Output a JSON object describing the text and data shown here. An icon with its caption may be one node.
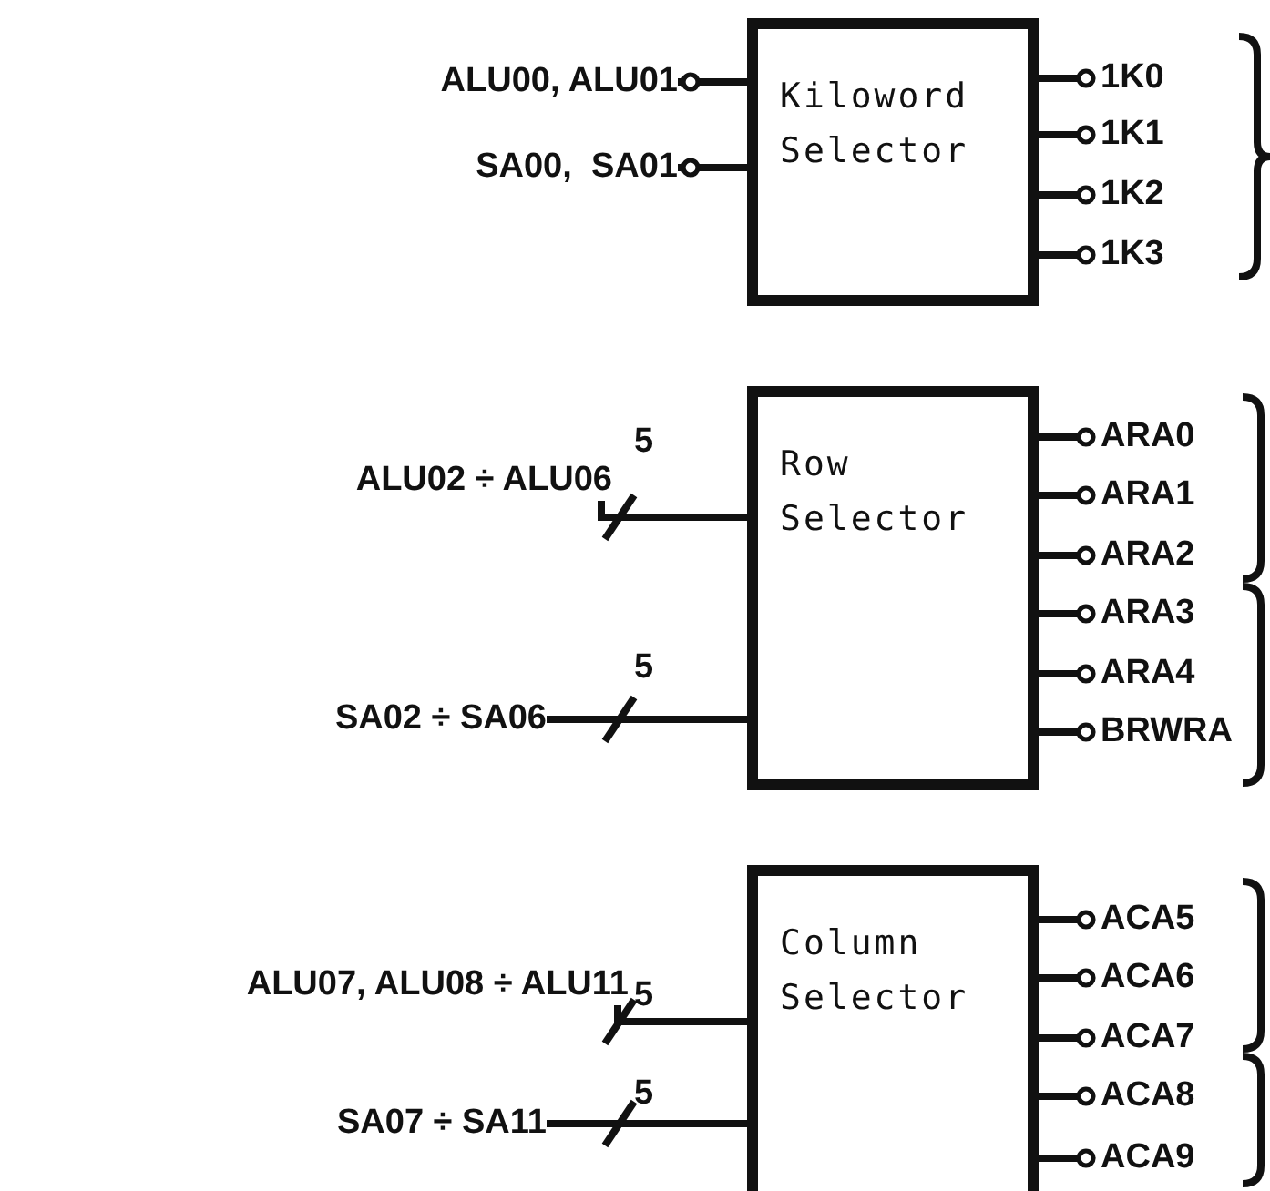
{
  "diagram": {
    "nodes": [
      {
        "text": [
          "Kiloword Selector"
        ]
      },
      {
        "text": [
          "ALU00, ALU01"
        ]
      },
      {
        "text": [
          "SA00,  SA01"
        ]
      },
      {
        "text": [
          "1K0"
        ]
      },
      {
        "text": [
          "1K1"
        ]
      },
      {
        "text": [
          "1K2"
        ]
      },
      {
        "text": [
          "1K3"
        ]
      },
      {
        "text": [
          "Row Selector"
        ]
      },
      {
        "text": [
          "ALU02 ÷ ALU06"
        ]
      },
      {
        "text": [
          "SA02 ÷ SA06"
        ]
      },
      {
        "text": [
          "ARA0"
        ]
      },
      {
        "text": [
          "ARA1"
        ]
      },
      {
        "text": [
          "ARA2"
        ]
      },
      {
        "text": [
          "ARA3"
        ]
      },
      {
        "text": [
          "ARA4"
        ]
      },
      {
        "text": [
          "BRWRA"
        ]
      },
      {
        "text": [
          "Column Selector"
        ]
      },
      {
        "text": [
          "ALU07, ALU08 ÷ ALU11"
        ]
      },
      {
        "text": [
          "SA07 ÷ SA11"
        ]
      },
      {
        "text": [
          "ACA5"
        ]
      },
      {
        "text": [
          "ACA6"
        ]
      },
      {
        "text": [
          "ACA7"
        ]
      },
      {
        "text": [
          "ACA8"
        ]
      },
      {
        "text": [
          "ACA9"
        ]
      }
    ],
    "edges": [
      {
        "from": 1,
        "to": 0,
        "arrow": "other"
      },
      {
        "from": 2,
        "to": 0,
        "arrow": "other"
      },
      {
        "from": 0,
        "to": 3,
        "arrow": "other"
      },
      {
        "from": 0,
        "to": 4,
        "arrow": "other"
      },
      {
        "from": 0,
        "to": 5,
        "arrow": "other"
      },
      {
        "from": 0,
        "to": 6,
        "arrow": "other"
      },
      {
        "from": 8,
        "to": 7,
        "arrow": "none",
        "label": "5"
      },
      {
        "from": 9,
        "to": 7,
        "arrow": "none",
        "label": "5"
      },
      {
        "from": 7,
        "to": 10,
        "arrow": "other"
      },
      {
        "from": 7,
        "to": 11,
        "arrow": "other"
      },
      {
        "from": 7,
        "to": 12,
        "arrow": "other"
      },
      {
        "from": 7,
        "to": 13,
        "arrow": "other"
      },
      {
        "from": 7,
        "to": 14,
        "arrow": "other"
      },
      {
        "from": 7,
        "to": 15,
        "arrow": "other"
      },
      {
        "from": 17,
        "to": 16,
        "arrow": "none",
        "label": "5"
      },
      {
        "from": 18,
        "to": 16,
        "arrow": "none",
        "label": "5"
      },
      {
        "from": 16,
        "to": 19,
        "arrow": "other"
      },
      {
        "from": 16,
        "to": 20,
        "arrow": "other"
      },
      {
        "from": 16,
        "to": 21,
        "arrow": "other"
      },
      {
        "from": 16,
        "to": 22,
        "arrow": "other"
      },
      {
        "from": 16,
        "to": 23,
        "arrow": "other"
      }
    ]
  }
}
